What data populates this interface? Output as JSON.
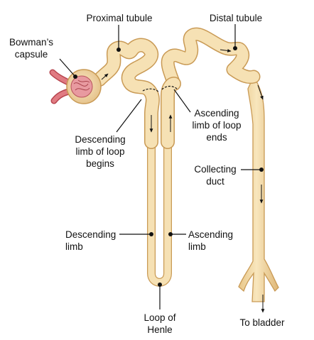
{
  "labels": {
    "bowmans_capsule": [
      "Bowman’s",
      "capsule"
    ],
    "proximal_tubule": "Proximal tubule",
    "distal_tubule": "Distal tubule",
    "descending_limb_begins": [
      "Descending",
      "limb of loop",
      "begins"
    ],
    "ascending_limb_ends": [
      "Ascending",
      "limb of loop",
      "ends"
    ],
    "collecting_duct": [
      "Collecting",
      "duct"
    ],
    "descending_limb": [
      "Descending",
      "limb"
    ],
    "ascending_limb": [
      "Ascending",
      "limb"
    ],
    "loop_of_henle": [
      "Loop of",
      "Henle"
    ],
    "to_bladder": "To bladder"
  },
  "colors": {
    "tubule_fill": "#f3dcaa",
    "tubule_outline": "#c99a55",
    "tubule_shadow": "#e2bd7f",
    "capsule_pink": "#e68f95",
    "vessel_red": "#d65a63",
    "line": "#111111"
  }
}
